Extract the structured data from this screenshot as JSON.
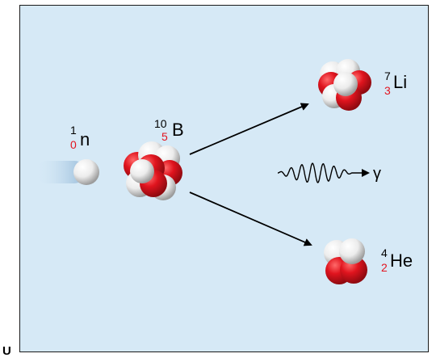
{
  "corner_label": "U",
  "neutron": {
    "mass": "1",
    "number": "0",
    "symbol": "n"
  },
  "boron": {
    "mass": "10",
    "number": "5",
    "symbol": "B"
  },
  "lithium": {
    "mass": "7",
    "number": "3",
    "symbol": "Li"
  },
  "helium": {
    "mass": "4",
    "number": "2",
    "symbol": "He"
  },
  "gamma": {
    "symbol": "γ"
  },
  "colors": {
    "background": "#d6e9f6",
    "proton": "#d3121f",
    "neutron_ball": "#f2f2f2",
    "accent_number": "#e3141f"
  }
}
